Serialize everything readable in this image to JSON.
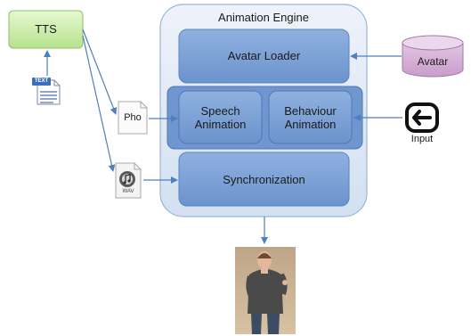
{
  "engine": {
    "title": "Animation Engine"
  },
  "modules": {
    "avatar_loader": "Avatar Loader",
    "speech_line1": "Speech",
    "speech_line2": "Animation",
    "behaviour_line1": "Behaviour",
    "behaviour_line2": "Animation",
    "synchronization": "Synchronization"
  },
  "tts": {
    "label": "TTS"
  },
  "files": {
    "text_badge": "TEXT",
    "pho_label": "Pho",
    "wav_badge": "WAV"
  },
  "avatar_db": {
    "label": "Avatar"
  },
  "input": {
    "label": "Input"
  },
  "colors": {
    "engine_fill": "#dde7f4",
    "module_fill": "#7aa0d6",
    "group_fill": "#6f96cf",
    "tts_fill": "#c9eda6",
    "avatar_fill": "#d7b2d8",
    "arrow": "#4f7fbf"
  }
}
